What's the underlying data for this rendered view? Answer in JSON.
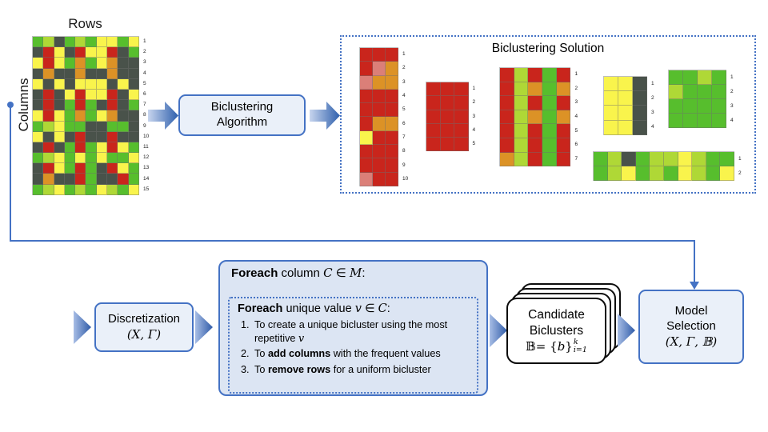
{
  "palette": {
    "G": "#57BE2D",
    "L": "#AFD836",
    "Y": "#F9F44C",
    "O": "#DC9226",
    "R": "#C9251C",
    "D": "#49524A",
    "P": "#DB7F78"
  },
  "accent_blue": "#4472C4",
  "labels": {
    "rows": "Rows",
    "columns": "Columns"
  },
  "main_matrix": {
    "cw": 13.3,
    "ch": 13.2,
    "rows": [
      "GLDGLGYYGY",
      "DRYDRYYRDG",
      "YRYGOGYODD",
      "DODDODDODD",
      "YDYDYYYDYD",
      "DRDYRYYRDY",
      "DRDGRGDRDG",
      "YRYGOGYODD",
      "GLYGGDDGGD",
      "YDYDRDDRDD",
      "DRDGRGYRYG",
      "GLYGYGYGGY",
      "DRYGRGDRYG",
      "DODDRGDDRG",
      "GLYGLGYLGY"
    ],
    "numbers": [
      "1",
      "2",
      "3",
      "4",
      "5",
      "6",
      "7",
      "8",
      "9",
      "10",
      "11",
      "12",
      "13",
      "14",
      "15"
    ]
  },
  "algorithm_box": {
    "line1": "Biclustering",
    "line2": "Algorithm"
  },
  "solution_panel": {
    "title": "Biclustering Solution",
    "b1": {
      "cw": 16,
      "ch": 17.3,
      "rows": [
        "RRR",
        "RPO",
        "POO",
        "RRR",
        "RRR",
        "ROO",
        "YRR",
        "RRR",
        "RRR",
        "PRR"
      ],
      "numbers": [
        "1",
        "2",
        "3",
        "4",
        "5",
        "6",
        "7",
        "8",
        "9",
        "10"
      ]
    },
    "b2": {
      "cw": 17.5,
      "ch": 17.3,
      "rows": [
        "RRR",
        "RRR",
        "RRR",
        "RRR",
        "RRR"
      ],
      "numbers": [
        "1",
        "2",
        "3",
        "4",
        "5"
      ]
    },
    "b3": {
      "cw": 17.7,
      "ch": 17.6,
      "rows": [
        "RLRGR",
        "RLOGO",
        "RLRGR",
        "RLOGO",
        "RLRGR",
        "RLRGR",
        "OLRGR"
      ],
      "numbers": [
        "1",
        "2",
        "3",
        "4",
        "5",
        "6",
        "7"
      ]
    },
    "b4": {
      "cw": 18,
      "ch": 18.2,
      "rows": [
        "YYD",
        "YYD",
        "YYD",
        "YYD"
      ],
      "numbers": [
        "1",
        "2",
        "3",
        "4"
      ]
    },
    "b5": {
      "cw": 18,
      "ch": 18,
      "rows": [
        "GGLG",
        "LGGG",
        "GGGG",
        "GGGG"
      ],
      "numbers": [
        "1",
        "2",
        "3",
        "4"
      ]
    },
    "b6": {
      "cw": 17.6,
      "ch": 18,
      "rows": [
        "GLDGLLYLGG",
        "GLYGLGYLGY"
      ],
      "numbers": [
        "1",
        "2"
      ]
    }
  },
  "flow": {
    "discretization": {
      "line1": "Discretization",
      "line2": "(X, Γ)"
    },
    "foreach": {
      "header": {
        "b": "Foreach",
        "t1": " column ",
        "v1": "C",
        "t2": " ∈ ",
        "v2": "M",
        "t3": ":"
      },
      "inner_header": {
        "b": "Foreach",
        "t1": " unique value ",
        "v1": "v",
        "t2": " ∈ ",
        "v2": "C",
        "t3": ":"
      },
      "items": [
        {
          "n": "1.",
          "t1": "To create a unique bicluster using the most repetitive ",
          "v": "v"
        },
        {
          "n": "2.",
          "t1": "To ",
          "b": "add columns",
          "t2": " with the frequent values"
        },
        {
          "n": "3.",
          "t1": "To ",
          "b": "remove rows",
          "t2": " for a uniform bicluster"
        }
      ]
    },
    "candidate": {
      "line1": "Candidate",
      "line2": "Biclusters",
      "bb": "𝔹",
      "eq": " = {",
      "var": "b",
      "close": "}",
      "sup": "k",
      "sub": "i=1"
    },
    "model": {
      "line1": "Model",
      "line2": "Selection",
      "line3": "(X, Γ, 𝔹)"
    }
  }
}
